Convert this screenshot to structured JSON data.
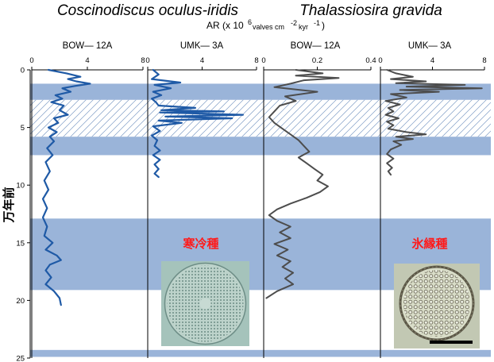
{
  "header": {
    "species_left": "Coscinodiscus oculus-iridis",
    "species_right": "Thalassiosira gravida",
    "unit_ar": "AR (x 10",
    "unit_exp1": "6",
    "unit_valves": " valves cm",
    "unit_exp2": "-2",
    "unit_kyr": " kyr",
    "unit_exp3": "-1",
    "unit_close": ")"
  },
  "annotations": {
    "cold_species": "寒冷種",
    "ice_edge_species": "氷縁種"
  },
  "colors": {
    "blue_line": "#1f5aa6",
    "gray_line": "#4d4d4d",
    "band_fill": "#9ab4d9",
    "hatch_stroke": "#7f9cc6",
    "annotation": "#ff1a1a"
  },
  "chart_data": {
    "type": "line",
    "ylabel": "万年前",
    "ylim": [
      0,
      25
    ],
    "yticks": [
      0,
      5,
      10,
      15,
      20,
      25
    ],
    "y_reversed": true,
    "shaded_intervals": [
      [
        1.2,
        2.6
      ],
      [
        5.8,
        7.4
      ],
      [
        12.9,
        19.1
      ],
      [
        24.3,
        24.9
      ]
    ],
    "hatched_intervals": [
      [
        2.6,
        5.8
      ]
    ],
    "panels": [
      {
        "core": "BOW— 12A",
        "species": "Coscinodiscus oculus-iridis",
        "xlim": [
          0,
          8
        ],
        "xticks": [
          "0",
          "4",
          "8"
        ],
        "line_color": "blue",
        "series": [
          {
            "age": 0.0,
            "ar": 1.2
          },
          {
            "age": 0.3,
            "ar": 2.5
          },
          {
            "age": 0.6,
            "ar": 3.5
          },
          {
            "age": 0.8,
            "ar": 2.6
          },
          {
            "age": 1.0,
            "ar": 3.2
          },
          {
            "age": 1.2,
            "ar": 4.2
          },
          {
            "age": 1.4,
            "ar": 3.1
          },
          {
            "age": 1.6,
            "ar": 2.2
          },
          {
            "age": 1.9,
            "ar": 2.8
          },
          {
            "age": 2.2,
            "ar": 1.7
          },
          {
            "age": 2.5,
            "ar": 2.2
          },
          {
            "age": 2.8,
            "ar": 1.4
          },
          {
            "age": 3.1,
            "ar": 2.3
          },
          {
            "age": 3.5,
            "ar": 2.0
          },
          {
            "age": 3.9,
            "ar": 2.6
          },
          {
            "age": 4.2,
            "ar": 1.6
          },
          {
            "age": 4.6,
            "ar": 1.9
          },
          {
            "age": 5.0,
            "ar": 1.2
          },
          {
            "age": 5.4,
            "ar": 1.8
          },
          {
            "age": 5.8,
            "ar": 1.3
          },
          {
            "age": 6.2,
            "ar": 1.6
          },
          {
            "age": 6.8,
            "ar": 1.1
          },
          {
            "age": 7.4,
            "ar": 1.5
          },
          {
            "age": 8.0,
            "ar": 1.0
          },
          {
            "age": 8.8,
            "ar": 1.3
          },
          {
            "age": 9.6,
            "ar": 0.9
          },
          {
            "age": 10.4,
            "ar": 1.2
          },
          {
            "age": 11.2,
            "ar": 0.8
          },
          {
            "age": 12.0,
            "ar": 1.1
          },
          {
            "age": 12.8,
            "ar": 0.8
          },
          {
            "age": 13.6,
            "ar": 1.1
          },
          {
            "age": 14.4,
            "ar": 0.9
          },
          {
            "age": 15.0,
            "ar": 1.5
          },
          {
            "age": 15.6,
            "ar": 1.0
          },
          {
            "age": 16.1,
            "ar": 1.8
          },
          {
            "age": 16.5,
            "ar": 2.1
          },
          {
            "age": 16.9,
            "ar": 1.3
          },
          {
            "age": 17.4,
            "ar": 1.0
          },
          {
            "age": 18.0,
            "ar": 1.4
          },
          {
            "age": 18.6,
            "ar": 1.0
          },
          {
            "age": 19.2,
            "ar": 1.6
          },
          {
            "age": 19.8,
            "ar": 2.0
          },
          {
            "age": 20.4,
            "ar": 2.1
          }
        ]
      },
      {
        "core": "UMK— 3A",
        "species": "Coscinodiscus oculus-iridis",
        "xlim": [
          0,
          8
        ],
        "xticks": [
          "0",
          "4",
          "8"
        ],
        "line_color": "blue",
        "series": [
          {
            "age": 0.0,
            "ar": 0.4
          },
          {
            "age": 0.4,
            "ar": 0.8
          },
          {
            "age": 0.8,
            "ar": 0.3
          },
          {
            "age": 1.1,
            "ar": 2.4
          },
          {
            "age": 1.3,
            "ar": 0.5
          },
          {
            "age": 1.6,
            "ar": 1.7
          },
          {
            "age": 1.9,
            "ar": 0.4
          },
          {
            "age": 2.2,
            "ar": 1.0
          },
          {
            "age": 2.5,
            "ar": 0.3
          },
          {
            "age": 2.8,
            "ar": 0.6
          },
          {
            "age": 3.1,
            "ar": 0.8
          },
          {
            "age": 3.3,
            "ar": 3.5
          },
          {
            "age": 3.5,
            "ar": 1.0
          },
          {
            "age": 3.6,
            "ar": 5.6
          },
          {
            "age": 3.7,
            "ar": 0.9
          },
          {
            "age": 3.9,
            "ar": 7.0
          },
          {
            "age": 4.05,
            "ar": 1.3
          },
          {
            "age": 4.2,
            "ar": 6.2
          },
          {
            "age": 4.4,
            "ar": 0.8
          },
          {
            "age": 4.6,
            "ar": 2.5
          },
          {
            "age": 4.9,
            "ar": 0.4
          },
          {
            "age": 5.3,
            "ar": 0.9
          },
          {
            "age": 5.7,
            "ar": 0.3
          },
          {
            "age": 6.1,
            "ar": 0.7
          },
          {
            "age": 6.6,
            "ar": 0.5
          },
          {
            "age": 7.0,
            "ar": 0.9
          },
          {
            "age": 7.4,
            "ar": 0.4
          },
          {
            "age": 7.8,
            "ar": 0.9
          },
          {
            "age": 8.2,
            "ar": 0.5
          },
          {
            "age": 8.6,
            "ar": 0.8
          },
          {
            "age": 9.0,
            "ar": 0.5
          },
          {
            "age": 9.3,
            "ar": 0.8
          }
        ]
      },
      {
        "core": "BOW— 12A",
        "species": "Thalassiosira gravida",
        "xlim": [
          0,
          0.4
        ],
        "xticks": [
          "0",
          "0.2",
          "0.4"
        ],
        "line_color": "gray",
        "series": [
          {
            "age": 0.0,
            "ar": 0.12
          },
          {
            "age": 0.3,
            "ar": 0.22
          },
          {
            "age": 0.5,
            "ar": 0.12
          },
          {
            "age": 0.7,
            "ar": 0.28
          },
          {
            "age": 0.9,
            "ar": 0.15
          },
          {
            "age": 1.2,
            "ar": 0.1
          },
          {
            "age": 1.5,
            "ar": 0.04
          },
          {
            "age": 1.9,
            "ar": 0.2
          },
          {
            "age": 2.3,
            "ar": 0.08
          },
          {
            "age": 2.7,
            "ar": 0.12
          },
          {
            "age": 3.1,
            "ar": 0.06
          },
          {
            "age": 3.6,
            "ar": 0.04
          },
          {
            "age": 4.1,
            "ar": 0.02
          },
          {
            "age": 4.6,
            "ar": 0.04
          },
          {
            "age": 5.1,
            "ar": 0.07
          },
          {
            "age": 5.6,
            "ar": 0.1
          },
          {
            "age": 6.1,
            "ar": 0.13
          },
          {
            "age": 6.6,
            "ar": 0.15
          },
          {
            "age": 7.1,
            "ar": 0.17
          },
          {
            "age": 7.6,
            "ar": 0.13
          },
          {
            "age": 8.1,
            "ar": 0.16
          },
          {
            "age": 8.6,
            "ar": 0.19
          },
          {
            "age": 9.1,
            "ar": 0.22
          },
          {
            "age": 9.6,
            "ar": 0.2
          },
          {
            "age": 10.1,
            "ar": 0.24
          },
          {
            "age": 10.6,
            "ar": 0.21
          },
          {
            "age": 11.1,
            "ar": 0.16
          },
          {
            "age": 11.6,
            "ar": 0.1
          },
          {
            "age": 12.1,
            "ar": 0.05
          },
          {
            "age": 12.6,
            "ar": 0.02
          },
          {
            "age": 13.1,
            "ar": 0.05
          },
          {
            "age": 13.6,
            "ar": 0.1
          },
          {
            "age": 14.1,
            "ar": 0.06
          },
          {
            "age": 14.6,
            "ar": 0.1
          },
          {
            "age": 15.1,
            "ar": 0.04
          },
          {
            "age": 15.6,
            "ar": 0.09
          },
          {
            "age": 16.1,
            "ar": 0.05
          },
          {
            "age": 16.6,
            "ar": 0.1
          },
          {
            "age": 17.1,
            "ar": 0.07
          },
          {
            "age": 17.6,
            "ar": 0.11
          },
          {
            "age": 18.1,
            "ar": 0.08
          },
          {
            "age": 18.6,
            "ar": 0.11
          },
          {
            "age": 19.2,
            "ar": 0.05
          },
          {
            "age": 19.8,
            "ar": 0.01
          }
        ]
      },
      {
        "core": "UMK— 3A",
        "species": "Thalassiosira gravida",
        "xlim": [
          0,
          8
        ],
        "xticks": [
          "0",
          "4",
          "8"
        ],
        "line_color": "gray",
        "series": [
          {
            "age": 0.0,
            "ar": 0.5
          },
          {
            "age": 0.3,
            "ar": 1.2
          },
          {
            "age": 0.6,
            "ar": 2.5
          },
          {
            "age": 0.8,
            "ar": 0.8
          },
          {
            "age": 1.0,
            "ar": 3.5
          },
          {
            "age": 1.15,
            "ar": 1.2
          },
          {
            "age": 1.3,
            "ar": 6.5
          },
          {
            "age": 1.45,
            "ar": 2.0
          },
          {
            "age": 1.6,
            "ar": 7.8
          },
          {
            "age": 1.75,
            "ar": 1.5
          },
          {
            "age": 1.9,
            "ar": 4.5
          },
          {
            "age": 2.1,
            "ar": 0.8
          },
          {
            "age": 2.4,
            "ar": 2.0
          },
          {
            "age": 2.7,
            "ar": 0.4
          },
          {
            "age": 3.0,
            "ar": 1.5
          },
          {
            "age": 3.3,
            "ar": 0.6
          },
          {
            "age": 3.6,
            "ar": 1.0
          },
          {
            "age": 3.9,
            "ar": 0.4
          },
          {
            "age": 4.2,
            "ar": 1.4
          },
          {
            "age": 4.5,
            "ar": 0.5
          },
          {
            "age": 4.8,
            "ar": 1.0
          },
          {
            "age": 5.1,
            "ar": 0.6
          },
          {
            "age": 5.4,
            "ar": 2.0
          },
          {
            "age": 5.6,
            "ar": 3.5
          },
          {
            "age": 5.8,
            "ar": 1.2
          },
          {
            "age": 6.0,
            "ar": 2.5
          },
          {
            "age": 6.2,
            "ar": 1.0
          },
          {
            "age": 6.5,
            "ar": 1.6
          },
          {
            "age": 6.9,
            "ar": 0.8
          },
          {
            "age": 7.3,
            "ar": 0.5
          },
          {
            "age": 7.7,
            "ar": 1.0
          },
          {
            "age": 8.1,
            "ar": 0.5
          },
          {
            "age": 8.5,
            "ar": 0.9
          },
          {
            "age": 8.8,
            "ar": 0.6
          },
          {
            "age": 9.1,
            "ar": 0.8
          }
        ]
      }
    ]
  }
}
